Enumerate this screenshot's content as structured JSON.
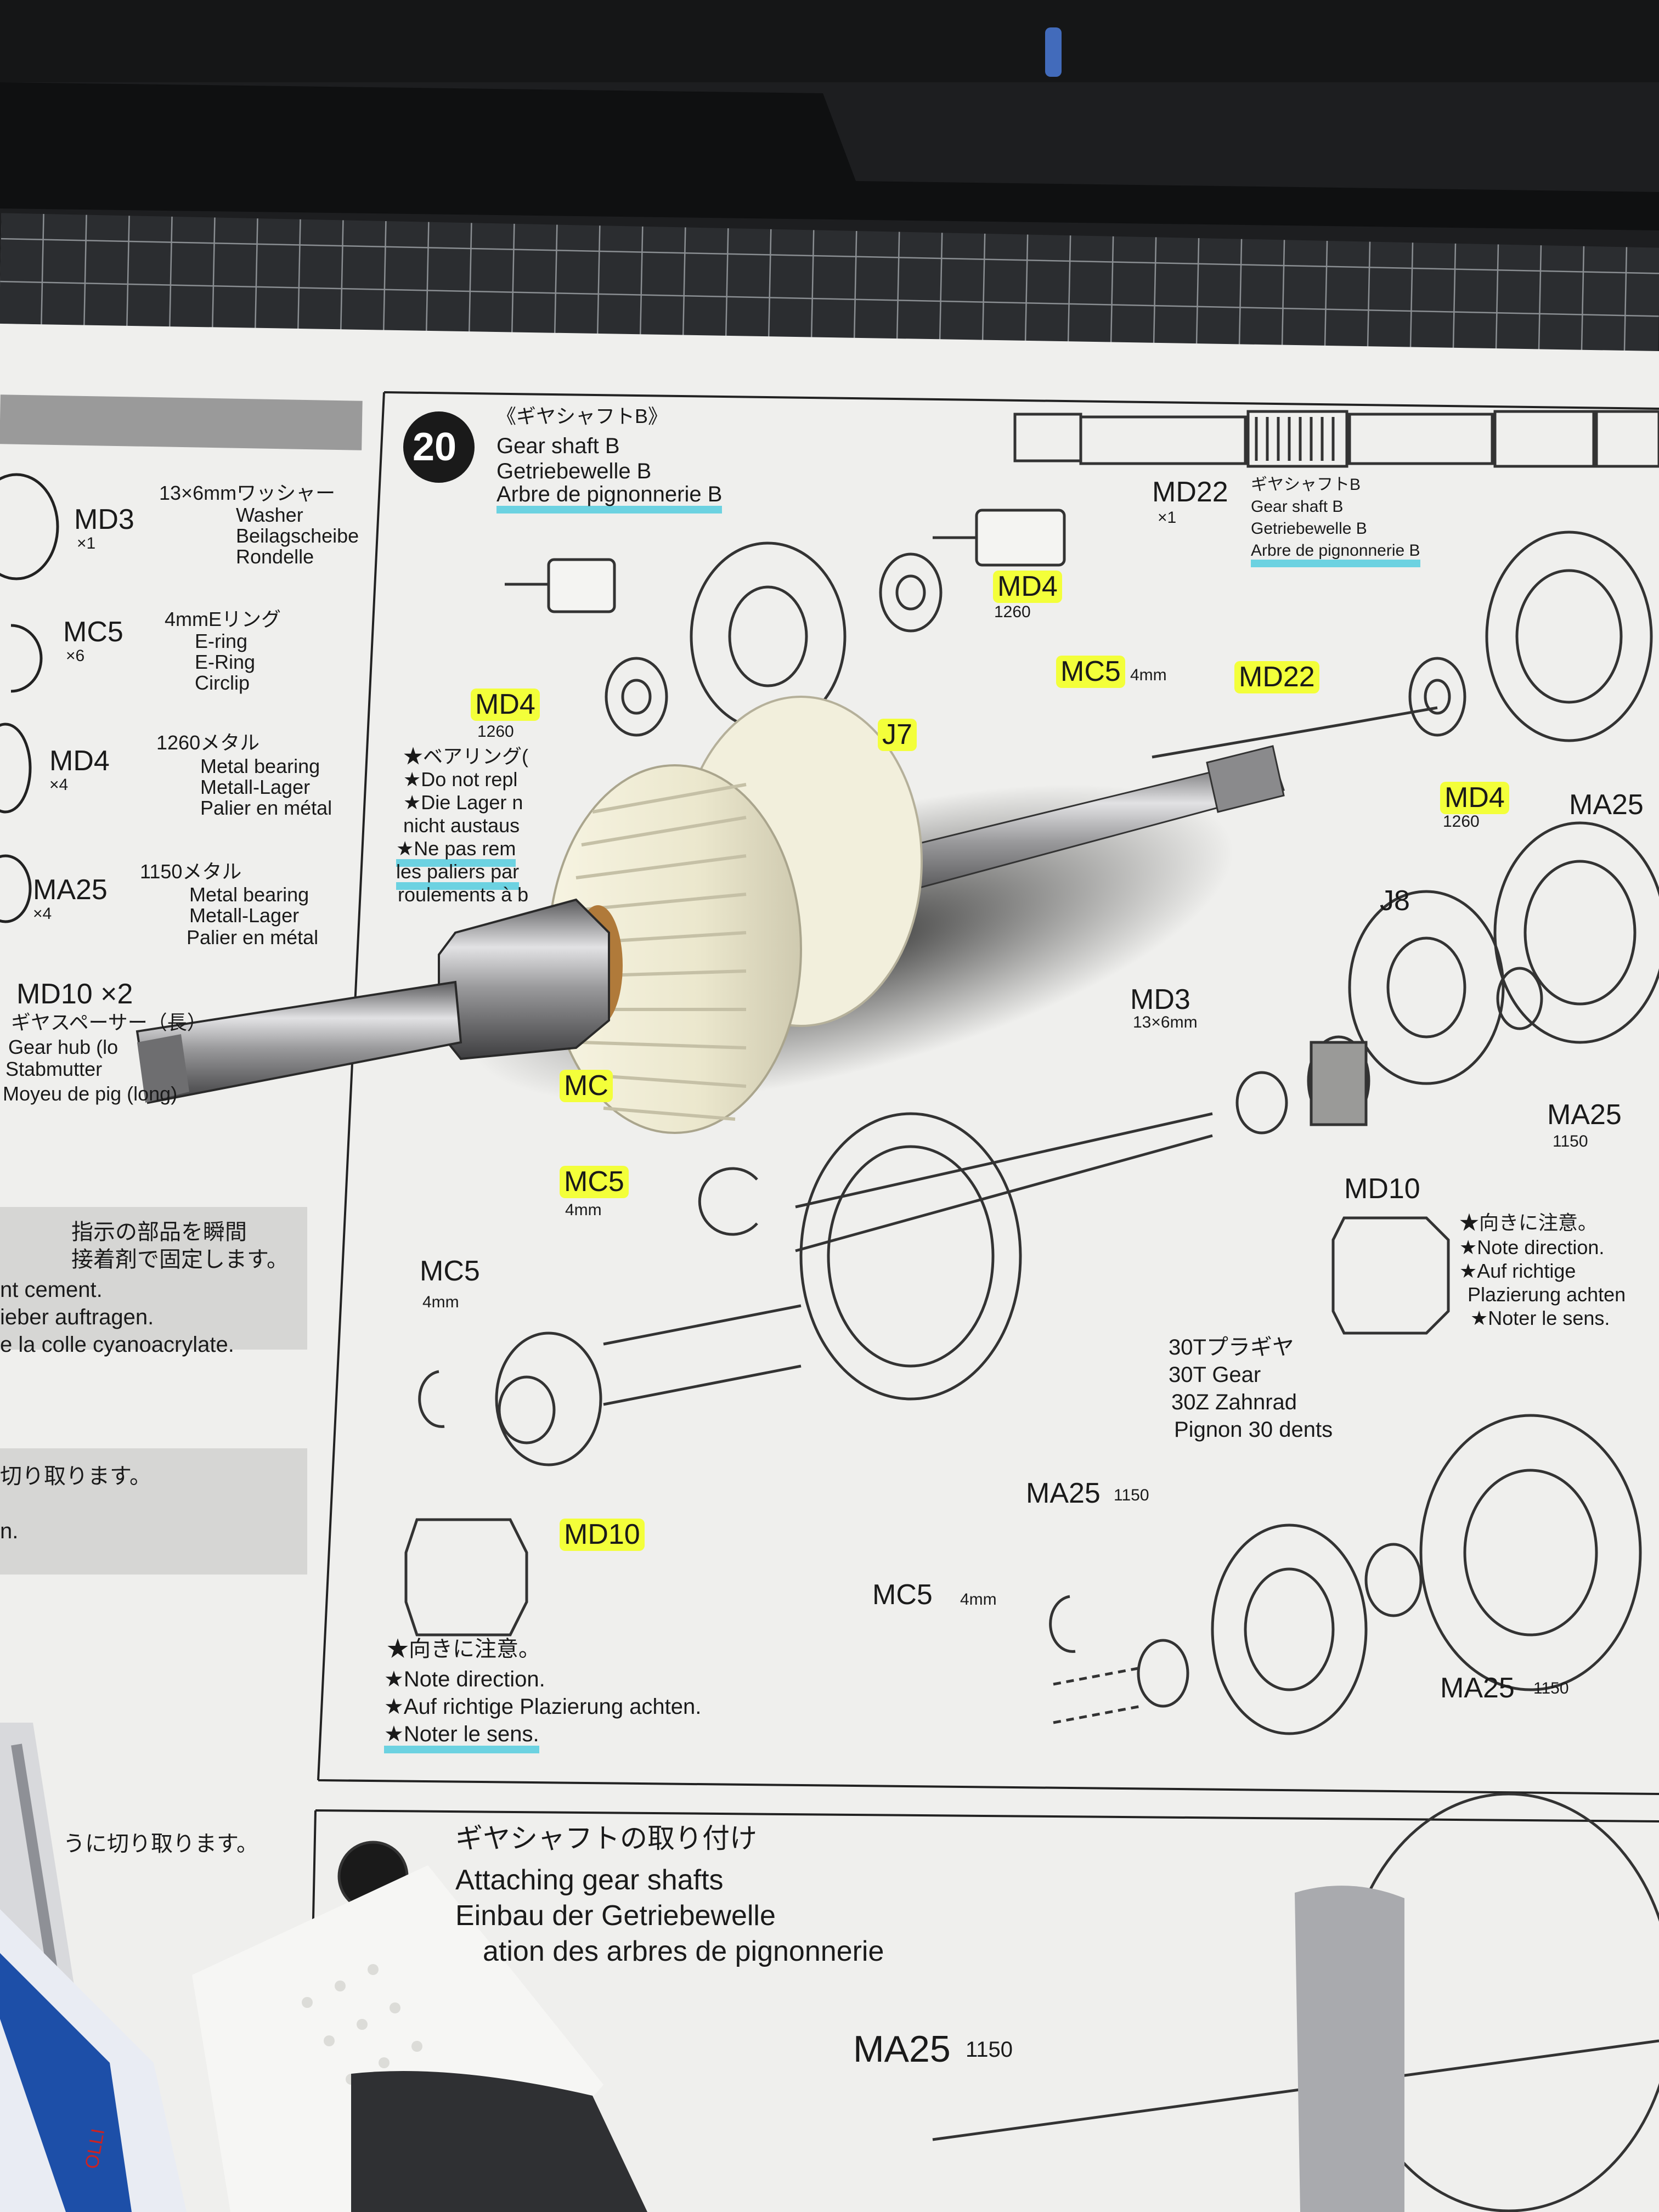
{
  "left_panel": {
    "md3": {
      "code": "MD3",
      "qty": "×1",
      "jp": "13×6mmワッシャー",
      "en": "Washer",
      "de": "Beilagscheibe",
      "fr": "Rondelle"
    },
    "mc5": {
      "code": "MC5",
      "qty": "×6",
      "jp": "4mmEリング",
      "en": "E-ring",
      "de": "E-Ring",
      "fr": "Circlip"
    },
    "md4": {
      "code": "MD4",
      "qty": "×4",
      "jp": "1260メタル",
      "en": "Metal bearing",
      "de": "Metall-Lager",
      "fr": "Palier en métal"
    },
    "ma25": {
      "code": "MA25",
      "qty": "×4",
      "jp": "1150メタル",
      "en": "Metal bearing",
      "de": "Metall-Lager",
      "fr": "Palier en métal"
    },
    "md10": {
      "code": "MD10 ×2",
      "jp": "ギヤスペーサー（長）",
      "en": "Gear hub (lo",
      "de": "Stabmutter",
      "fr": "Moyeu de pig        (long)"
    },
    "glue_note": {
      "jp1": "指示の部品を瞬間",
      "jp2": "接着剤で固定します。",
      "en": "nt cement.",
      "de": "ieber auftragen.",
      "fr": "e la colle cyanoacrylate."
    },
    "cut_note": {
      "jp": "切り取ります。",
      "tail": "n."
    },
    "cut_note2": "うに切り取ります。"
  },
  "step20": {
    "number": "20",
    "jp_title": "《ギヤシャフトB》",
    "en_title": "Gear shaft B",
    "de_title": "Getriebewelle B",
    "fr_title": "Arbre de pignonnerie B",
    "md22": {
      "code": "MD22",
      "qty": "×1",
      "jp": "ギヤシャフトB",
      "en": "Gear shaft B",
      "de": "Getriebewelle B",
      "fr": "Arbre de pignonnerie B"
    },
    "warning": {
      "jp": "★ベアリング(",
      "en": "★Do not repl",
      "de1": "★Die Lager n",
      "de2": "nicht austaus",
      "fr1": "★Ne pas rem",
      "fr2": "les paliers par",
      "fr3": "roulements à b"
    },
    "labels": {
      "md4_top": "MD4",
      "md4_top_sub": "1260",
      "md4_left": "MD4",
      "md4_left_sub": "1260",
      "j7": "J7",
      "mc5_top": "MC5",
      "mc5_top_sub": "4mm",
      "md22_lbl": "MD22",
      "md4_right": "MD4",
      "md4_right_sub": "1260",
      "ma25_right": "MA25",
      "j8": "J8",
      "md3": "MD3",
      "md3_sub": "13×6mm",
      "ma25_mid": "MA25",
      "ma25_mid_sub": "1150",
      "md10_mid": "MD10",
      "mc_partial": "MC",
      "mc5_hl": "MC5",
      "mc5_hl_sub": "4mm",
      "mc5_low": "MC5",
      "mc5_low_sub": "4mm",
      "md10_low": "MD10",
      "gear_jp": "30Tプラギヤ",
      "gear_en": "30T Gear",
      "gear_de": "30Z Zahnrad",
      "gear_fr": "Pignon 30 dents",
      "ma25_low": "MA25",
      "ma25_low_sub": "1150",
      "mc5_bottom": "MC5",
      "mc5_bottom_sub": "4mm",
      "ma25_low_right": "MA25",
      "ma25_low_right_sub": "1150"
    },
    "direction_right": {
      "jp": "★向きに注意。",
      "en": "★Note direction.",
      "de1": "★Auf richtige",
      "de2": "Plazierung achten",
      "fr": "★Noter le sens."
    },
    "direction_left": {
      "jp": "★向きに注意。",
      "en": "★Note direction.",
      "de": "★Auf richtige Plazierung achten.",
      "fr": "★Noter le sens."
    }
  },
  "step21": {
    "jp_title": "ギヤシャフトの取り付け",
    "en_title": "Attaching gear shafts",
    "de_title": "Einbau der Getriebewelle",
    "fr_title": "ation des arbres de pignonnerie",
    "ma25": "MA25",
    "ma25_sub": "1150"
  },
  "tube_label": "OLLI",
  "colors": {
    "paper": "#efefed",
    "highlight": "#f3ff3a",
    "cyan_marker": "#40c8dc",
    "cutting_mat": "#2a2c2e",
    "gear_plastic": "#eeead2"
  }
}
